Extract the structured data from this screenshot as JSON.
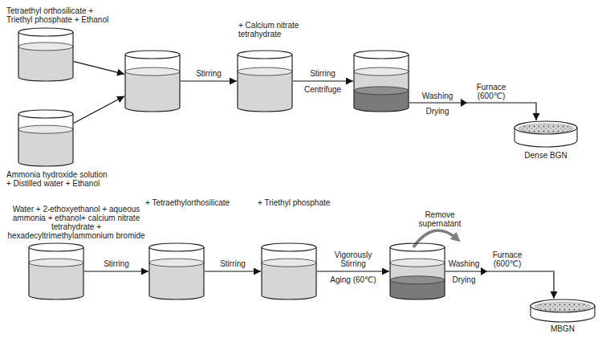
{
  "diagram": {
    "nodes": [
      {
        "text": [
          "Tetraethyl orthosilicate + Triethyl phosphate + Ethanol"
        ]
      },
      {
        "text": [
          "Ammonia hydroxide solution + Distilled water + Ethanol"
        ]
      },
      {
        "text": []
      },
      {
        "text": [
          "+ Calcium nitrate tetrahydrate"
        ]
      },
      {
        "text": []
      },
      {
        "text": [
          "Dense BGN"
        ]
      },
      {
        "text": [
          "Water + 2-ethoxyethanol + aqueous ammonia + ethanol+ calcium nitrate tetrahydrate + hexadecyltrimethylammonium bromide"
        ]
      },
      {
        "text": [
          "+ Tetraethylorthosilicate"
        ]
      },
      {
        "text": [
          "+ Triethyl phosphate"
        ]
      },
      {
        "text": []
      },
      {
        "text": [
          "MBGN"
        ]
      }
    ],
    "edges": [
      {
        "from": 0,
        "to": 2,
        "arrow": "to"
      },
      {
        "from": 1,
        "to": 2,
        "arrow": "to"
      },
      {
        "from": 2,
        "to": 3,
        "label": "Stirring",
        "arrow": "to"
      },
      {
        "from": 3,
        "to": 4,
        "label": "Stirring",
        "arrow": "to"
      },
      {
        "from": 4,
        "to": 5,
        "label": "Washing",
        "arrow": "to"
      },
      {
        "from": 6,
        "to": 7,
        "label": "Stirring",
        "arrow": "to"
      },
      {
        "from": 7,
        "to": 8,
        "label": "Stirring",
        "arrow": "to"
      },
      {
        "from": 8,
        "to": 9,
        "label": "Vigorously Stirring",
        "arrow": "to"
      },
      {
        "from": 9,
        "to": 10,
        "label": "Washing",
        "arrow": "to"
      }
    ],
    "labels": [
      "Centrifuge",
      "Drying",
      "Furnace (600℃)",
      "Aging (60℃)",
      "Remove supernatant",
      "Drying",
      "Furnace (600℃)"
    ]
  }
}
